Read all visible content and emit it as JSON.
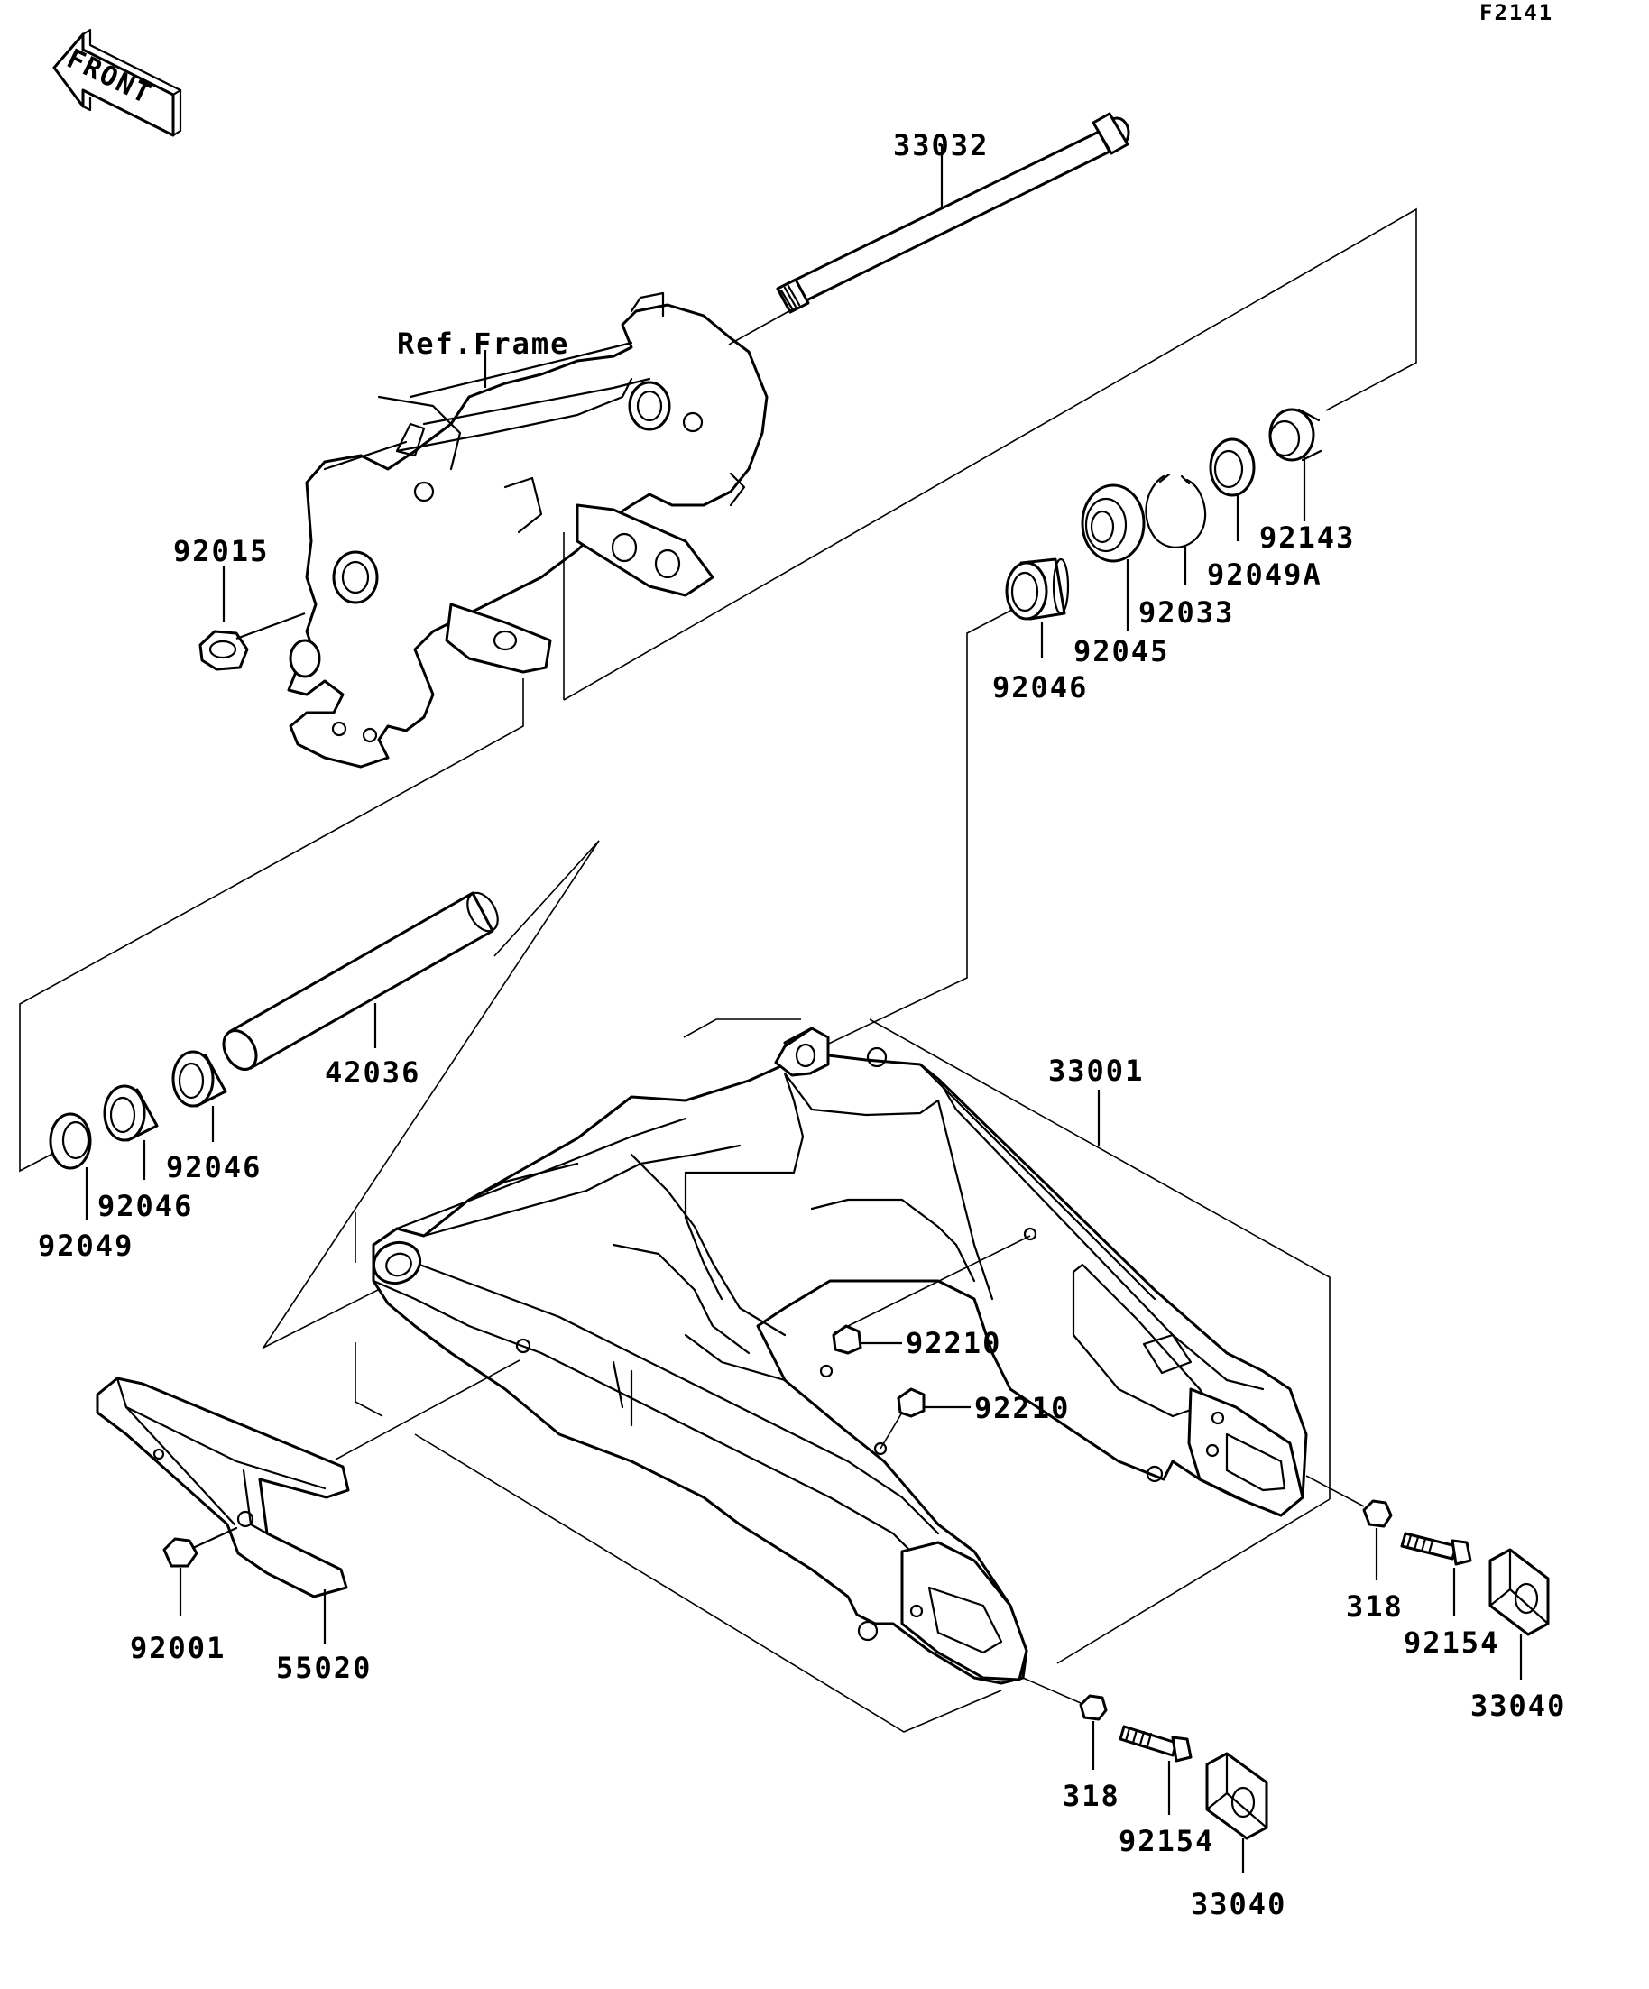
{
  "diagram": {
    "code": "F2141",
    "front_label": "FRONT",
    "ref_label": "Ref.Frame",
    "parts": {
      "p33032": "33032",
      "p92015": "92015",
      "p92143": "92143",
      "p92049A": "92049A",
      "p92033": "92033",
      "p92045": "92045",
      "p92046_top": "92046",
      "p42036": "42036",
      "p92046_a": "92046",
      "p92046_b": "92046",
      "p92049": "92049",
      "p33001": "33001",
      "p92210_a": "92210",
      "p92210_b": "92210",
      "p92001": "92001",
      "p55020": "55020",
      "p318_right": "318",
      "p92154_right": "92154",
      "p33040_right": "33040",
      "p318_bottom": "318",
      "p92154_bottom": "92154",
      "p33040_bottom": "33040"
    }
  }
}
